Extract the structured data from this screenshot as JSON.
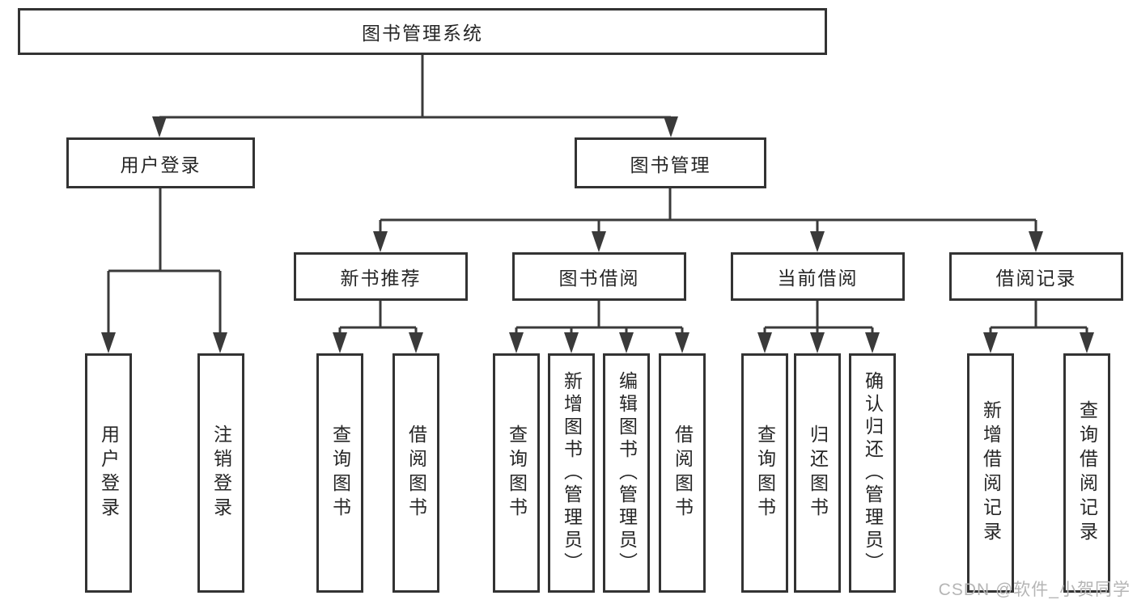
{
  "root": {
    "label": "图书管理系统"
  },
  "level2": {
    "user_login": {
      "label": "用户登录",
      "children": [
        "用户登录",
        "注销登录"
      ]
    },
    "book_management": {
      "label": "图书管理",
      "groups": [
        {
          "label": "新书推荐",
          "children": [
            "查询图书",
            "借阅图书"
          ]
        },
        {
          "label": "图书借阅",
          "children": [
            "查询图书",
            "新增图书（管理员）",
            "编辑图书（管理员）",
            "借阅图书"
          ]
        },
        {
          "label": "当前借阅",
          "children": [
            "查询图书",
            "归还图书",
            "确认归还（管理员）"
          ]
        },
        {
          "label": "借阅记录",
          "children": [
            "新增借阅记录",
            "查询借阅记录"
          ]
        }
      ]
    }
  },
  "watermark": {
    "text": "CSDN @软件_小贺同学"
  },
  "colors": {
    "line": "#3a3a3a",
    "border": "#333333",
    "text": "#262626",
    "background": "#ffffff",
    "watermark": "#b5b5b5"
  }
}
